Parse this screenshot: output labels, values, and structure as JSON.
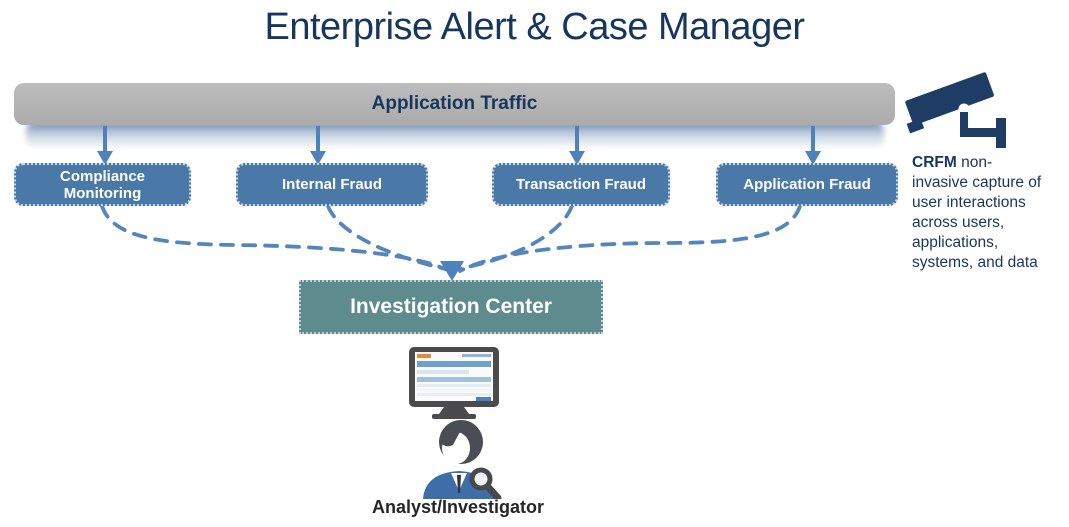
{
  "title": "Enterprise Alert & Case Manager",
  "traffic_bar": {
    "label": "Application Traffic"
  },
  "channels": [
    {
      "label": "Compliance Monitoring"
    },
    {
      "label": "Internal Fraud"
    },
    {
      "label": "Transaction Fraud"
    },
    {
      "label": "Application Fraud"
    }
  ],
  "investigation_center": {
    "label": "Investigation Center"
  },
  "analyst_label": "Analyst/Investigator",
  "crfm_note": {
    "term": "CRFM",
    "lines": [
      "non-",
      "invasive capture of",
      "user interactions",
      "across users,",
      "applications,",
      "systems, and data"
    ]
  },
  "icons": {
    "camera": "cctv-camera-icon",
    "monitor": "investigation-monitor-icon",
    "analyst": "analyst-magnifier-icon"
  },
  "colors": {
    "title_navy": "#17365d",
    "bar_gray": "#b1b1b2",
    "channel_blue": "#4a79a8",
    "arrow_blue": "#4f81bd",
    "center_teal": "#5e8b8d",
    "icon_navy": "#1e3c64"
  }
}
